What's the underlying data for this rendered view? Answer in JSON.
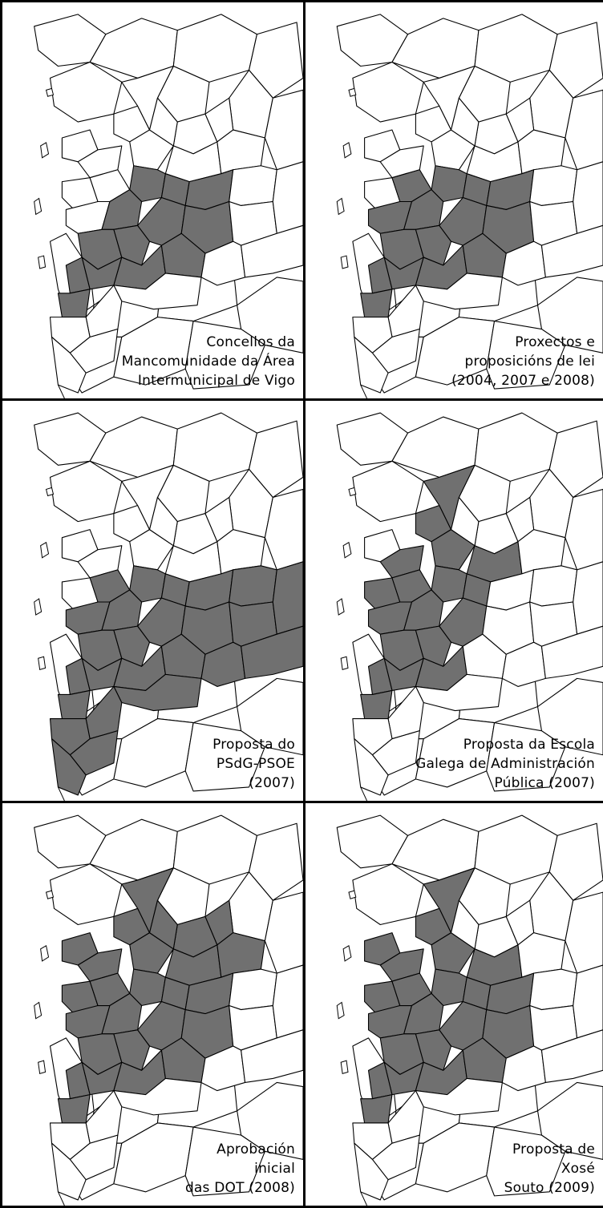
{
  "colors": {
    "selected": "#707070",
    "unselected": "#ffffff",
    "border": "#000000",
    "panel_border": "#000000"
  },
  "panels": [
    {
      "id": "mancomunidade",
      "caption": [
        "Concellos da",
        "Mancomunidade da Área",
        "Intermunicipal de Vigo"
      ],
      "selected": [
        "vigo",
        "redondela",
        "mos",
        "porrino",
        "gondomar",
        "nigran",
        "baiona",
        "salceda",
        "salvaterra",
        "ponteareas",
        "fornelos",
        "soutomaior",
        "pazos"
      ]
    },
    {
      "id": "proxectos",
      "caption": [
        "Proxectos e",
        "proposicións de lei",
        "(2004, 2007 e 2008)"
      ],
      "selected": [
        "vigo",
        "redondela",
        "mos",
        "porrino",
        "gondomar",
        "nigran",
        "baiona",
        "salceda",
        "salvaterra",
        "ponteareas",
        "fornelos",
        "soutomaior",
        "pazos",
        "moana",
        "cangas"
      ]
    },
    {
      "id": "psdg",
      "caption": [
        "Proposta do",
        "PSdG-PSOE",
        "(2007)"
      ],
      "selected": [
        "vigo",
        "redondela",
        "mos",
        "porrino",
        "gondomar",
        "nigran",
        "baiona",
        "salceda",
        "salvaterra",
        "ponteareas",
        "fornelos",
        "soutomaior",
        "pazos",
        "moana",
        "cangas",
        "tui",
        "tomino",
        "oia",
        "guarda",
        "rosal",
        "mondariz",
        "covelo",
        "neves",
        "arbo",
        "crecente"
      ]
    },
    {
      "id": "egap",
      "caption": [
        "Proposta da Escola",
        "Galega de Administración",
        "Pública (2007)"
      ],
      "selected": [
        "vigo",
        "redondela",
        "mos",
        "porrino",
        "gondomar",
        "nigran",
        "baiona",
        "salceda",
        "soutomaior",
        "pazos",
        "moana",
        "cangas",
        "bueu",
        "marin",
        "poio",
        "pontevedra",
        "vilaboa",
        "ponte_caldelas"
      ]
    },
    {
      "id": "dot",
      "caption": [
        "Aprobación",
        "inicial",
        "das DOT (2008)"
      ],
      "selected": [
        "vigo",
        "redondela",
        "mos",
        "porrino",
        "gondomar",
        "nigran",
        "baiona",
        "salceda",
        "salvaterra",
        "ponteareas",
        "fornelos",
        "soutomaior",
        "pazos",
        "moana",
        "cangas",
        "bueu",
        "marin",
        "poio",
        "pontevedra",
        "vilaboa",
        "ponte_caldelas",
        "sanxenxo",
        "barro",
        "cotobade",
        "lama",
        "ramirs"
      ]
    },
    {
      "id": "souto",
      "caption": [
        "Proposta de",
        "Xosé",
        "Souto (2009)"
      ],
      "selected": [
        "vigo",
        "redondela",
        "mos",
        "porrino",
        "gondomar",
        "nigran",
        "baiona",
        "salceda",
        "salvaterra",
        "ponteareas",
        "soutomaior",
        "pazos",
        "moana",
        "cangas",
        "bueu",
        "marin",
        "poio",
        "pontevedra",
        "vilaboa",
        "ponte_caldelas",
        "sanxenxo",
        "fornelos"
      ]
    }
  ]
}
